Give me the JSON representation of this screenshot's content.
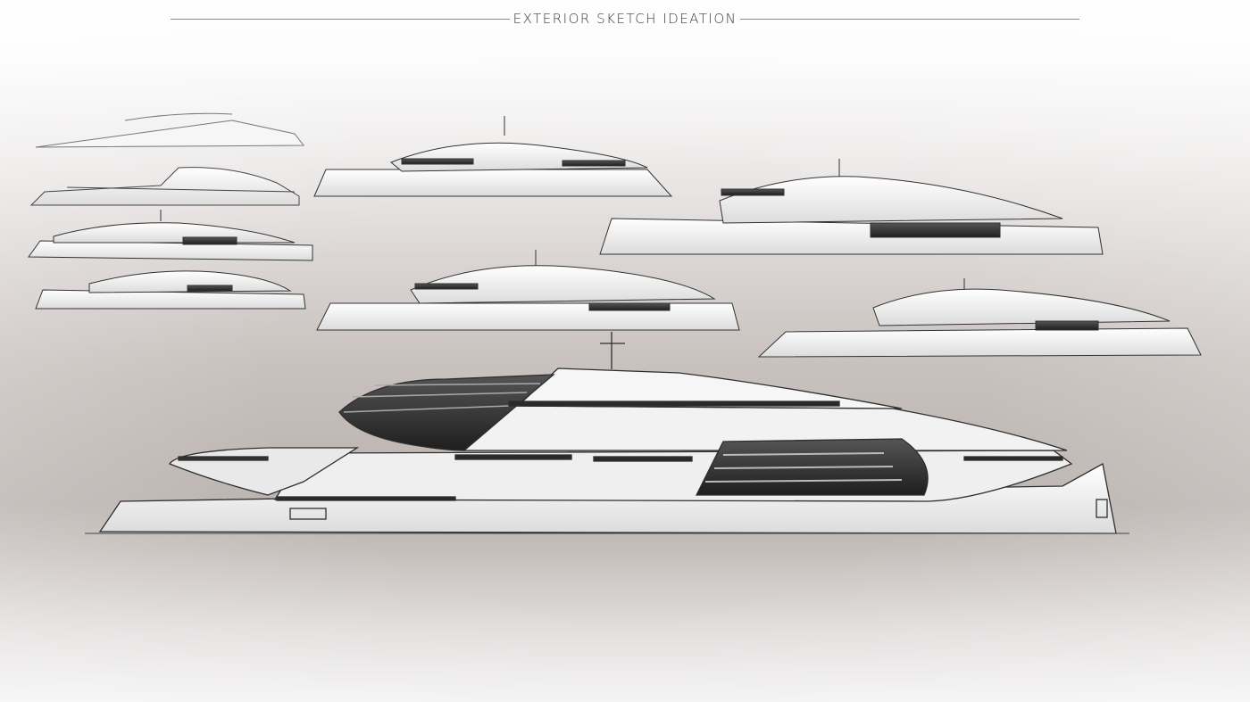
{
  "page": {
    "title": "EXTERIOR SKETCH IDEATION"
  },
  "sketches": {
    "count": 9,
    "hero": "large yacht side profile sketch",
    "thumbnails": [
      "yacht-sketch-1",
      "yacht-sketch-2",
      "yacht-sketch-3",
      "yacht-sketch-4",
      "yacht-sketch-5",
      "yacht-sketch-6",
      "yacht-sketch-7",
      "yacht-sketch-8"
    ]
  },
  "colors": {
    "line": "#3a3a3a",
    "dark_glass": "#2c2c2e",
    "hull_white": "#f4f4f4"
  }
}
